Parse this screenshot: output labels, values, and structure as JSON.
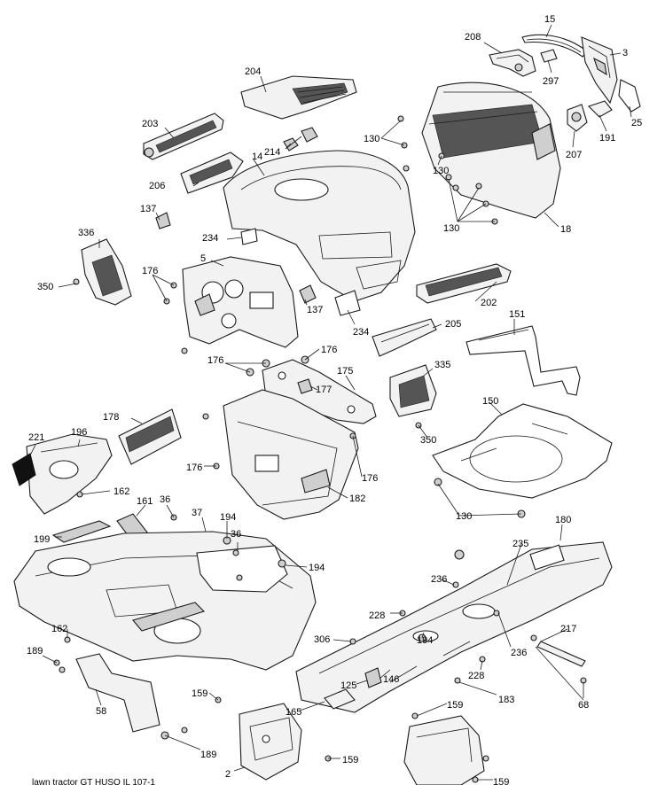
{
  "callouts": [
    {
      "id": "c15",
      "label": "15"
    },
    {
      "id": "c208",
      "label": "208"
    },
    {
      "id": "c3",
      "label": "3"
    },
    {
      "id": "c297",
      "label": "297"
    },
    {
      "id": "c204",
      "label": "204"
    },
    {
      "id": "c25",
      "label": "25"
    },
    {
      "id": "c203",
      "label": "203"
    },
    {
      "id": "c130a",
      "label": "130"
    },
    {
      "id": "c191",
      "label": "191"
    },
    {
      "id": "c207",
      "label": "207"
    },
    {
      "id": "c214",
      "label": "214"
    },
    {
      "id": "c14",
      "label": "14"
    },
    {
      "id": "c130b",
      "label": "130"
    },
    {
      "id": "c206",
      "label": "206"
    },
    {
      "id": "c137a",
      "label": "137"
    },
    {
      "id": "c130c",
      "label": "130"
    },
    {
      "id": "c18",
      "label": "18"
    },
    {
      "id": "c336",
      "label": "336"
    },
    {
      "id": "c234a",
      "label": "234"
    },
    {
      "id": "c5",
      "label": "5"
    },
    {
      "id": "c176a",
      "label": "176"
    },
    {
      "id": "c350a",
      "label": "350"
    },
    {
      "id": "c137b",
      "label": "137"
    },
    {
      "id": "c202",
      "label": "202"
    },
    {
      "id": "c151",
      "label": "151"
    },
    {
      "id": "c234b",
      "label": "234"
    },
    {
      "id": "c205",
      "label": "205"
    },
    {
      "id": "c176b",
      "label": "176"
    },
    {
      "id": "c176c",
      "label": "176"
    },
    {
      "id": "c175",
      "label": "175"
    },
    {
      "id": "c335",
      "label": "335"
    },
    {
      "id": "c177",
      "label": "177"
    },
    {
      "id": "c150",
      "label": "150"
    },
    {
      "id": "c178",
      "label": "178"
    },
    {
      "id": "c221",
      "label": "221"
    },
    {
      "id": "c196",
      "label": "196"
    },
    {
      "id": "c350b",
      "label": "350"
    },
    {
      "id": "c176d",
      "label": "176"
    },
    {
      "id": "c176e",
      "label": "176"
    },
    {
      "id": "c162a",
      "label": "162"
    },
    {
      "id": "c182",
      "label": "182"
    },
    {
      "id": "c130d",
      "label": "130"
    },
    {
      "id": "c36a",
      "label": "36"
    },
    {
      "id": "c161",
      "label": "161"
    },
    {
      "id": "c37",
      "label": "37"
    },
    {
      "id": "c194a",
      "label": "194"
    },
    {
      "id": "c180",
      "label": "180"
    },
    {
      "id": "c199",
      "label": "199"
    },
    {
      "id": "c36b",
      "label": "36"
    },
    {
      "id": "c235",
      "label": "235"
    },
    {
      "id": "c194b",
      "label": "194"
    },
    {
      "id": "c236a",
      "label": "236"
    },
    {
      "id": "c228a",
      "label": "228"
    },
    {
      "id": "c162b",
      "label": "162"
    },
    {
      "id": "c217",
      "label": "217"
    },
    {
      "id": "c306",
      "label": "306"
    },
    {
      "id": "c194c",
      "label": "194"
    },
    {
      "id": "c236b",
      "label": "236"
    },
    {
      "id": "c189a",
      "label": "189"
    },
    {
      "id": "c146",
      "label": "146"
    },
    {
      "id": "c228b",
      "label": "228"
    },
    {
      "id": "c125",
      "label": "125"
    },
    {
      "id": "c183",
      "label": "183"
    },
    {
      "id": "c68",
      "label": "68"
    },
    {
      "id": "c58",
      "label": "58"
    },
    {
      "id": "c159a",
      "label": "159"
    },
    {
      "id": "c159b",
      "label": "159"
    },
    {
      "id": "c165",
      "label": "165"
    },
    {
      "id": "c189b",
      "label": "189"
    },
    {
      "id": "c159c",
      "label": "159"
    },
    {
      "id": "c2",
      "label": "2"
    },
    {
      "id": "c159d",
      "label": "159"
    }
  ],
  "footer_text": "lawn tractor GT HUSQ IL 107-1"
}
